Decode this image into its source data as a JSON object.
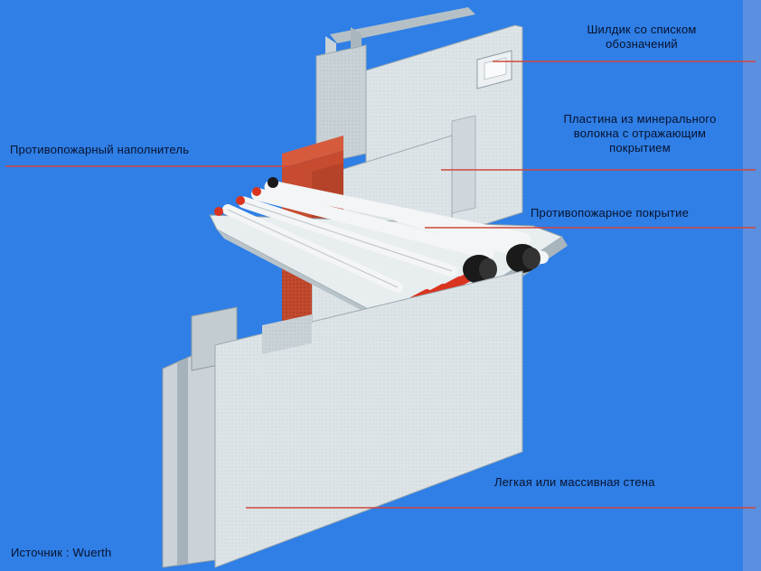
{
  "labels": {
    "shield": "Шилдик со списком\nобозначений",
    "plate": "Пластина из минерального\nволокна с отражающим\nпокрытием",
    "filler": "Противопожарный наполнитель",
    "coating": "Противопожарное покрытие",
    "wall": "Легкая или массивная стена"
  },
  "source": "Источник : Wuerth",
  "colors": {
    "background": "#2f7fe6",
    "leader_line": "#d2473a",
    "panel": "#dfe6ea",
    "filler": "#c4492e",
    "cable_red": "#d9341f",
    "cable_black": "#1a1a1a"
  }
}
